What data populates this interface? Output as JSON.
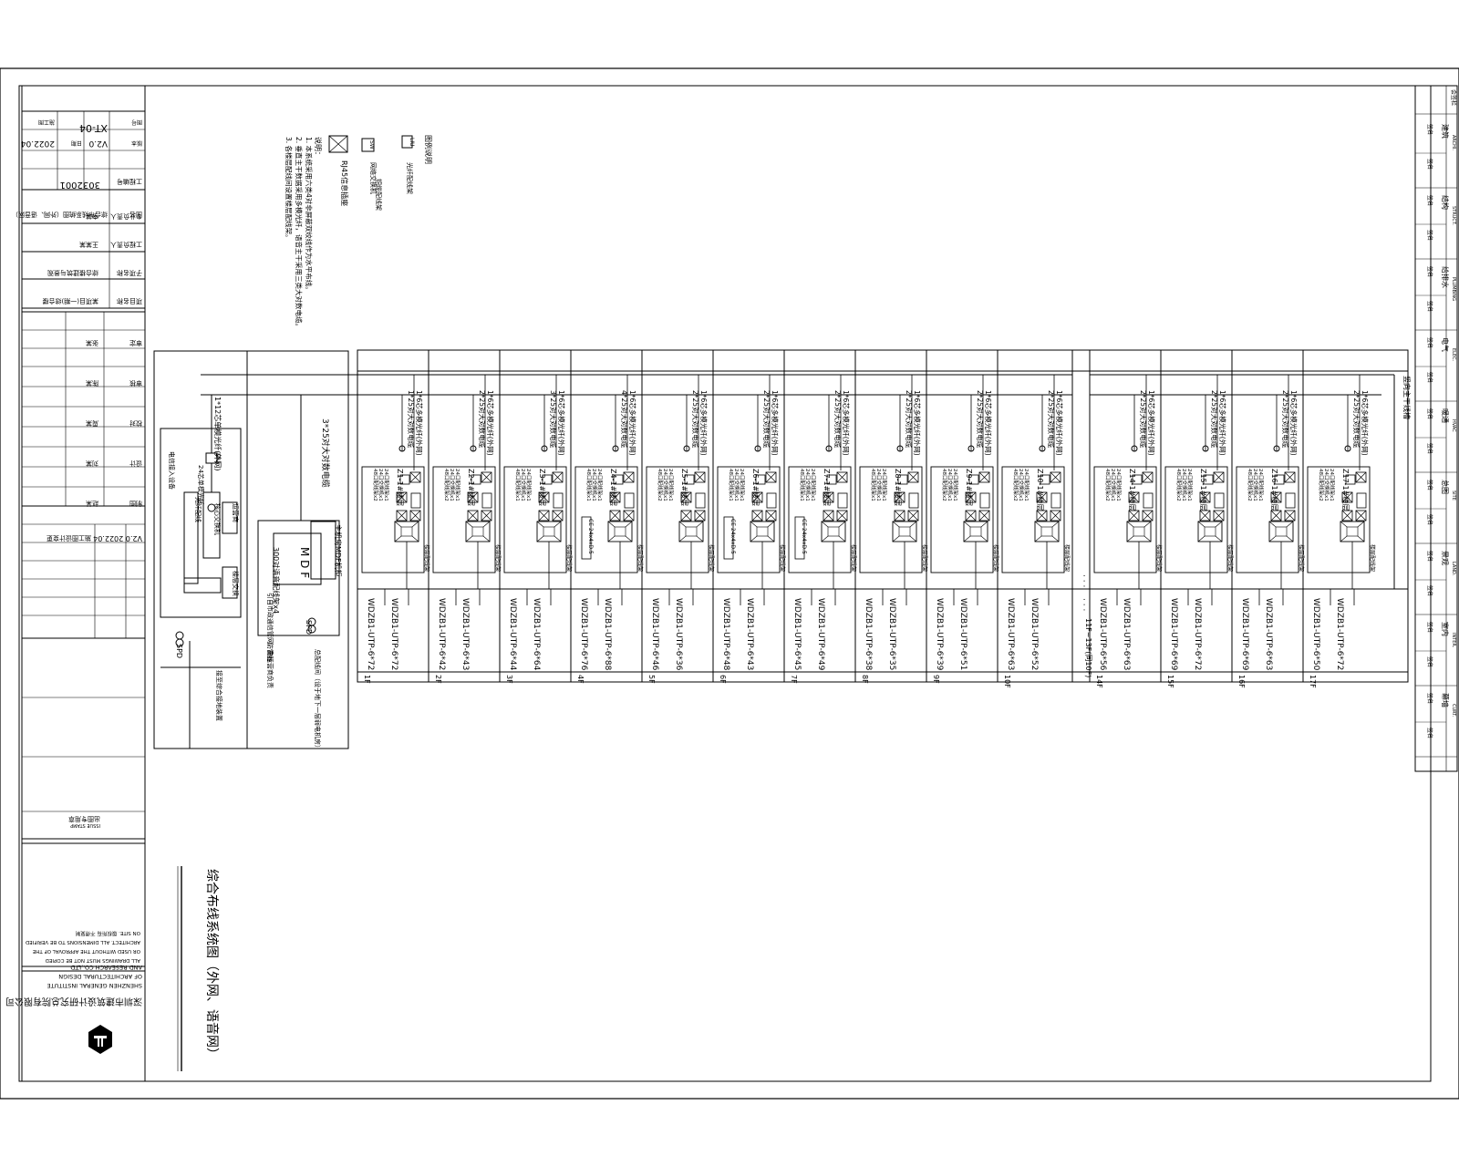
{
  "drawing_title": "综合布线系统图（外网、语音网）",
  "notes": {
    "legend_header": "图例说明",
    "legend": [
      {
        "symbol": "LIU",
        "label": "光纤配线架"
      },
      {
        "symbol": "SW",
        "label": "网络交换机"
      },
      {
        "symbol": "RJ45",
        "label": "RJ45信息插座"
      },
      {
        "symbol": "patch",
        "label": "铜缆配线架"
      }
    ],
    "header": "说明：",
    "lines": [
      "1. 本系统采用六类4对非屏蔽双绞线作为水平布线。",
      "2. 垂直主干数据采用多模光纤，语音主干采用三类大对数电缆。",
      "3. 各楼层配线间设置楼层配线架。"
    ]
  },
  "campus": {
    "incoming_fiber": "1*12芯单模光纤(外网)",
    "incoming_voice": "3*25对大对数电缆",
    "liu": "LIU",
    "fiber_cores": "24芯单模光纤",
    "building_label": "电信接入设备",
    "spd": "SPD",
    "mdf_label": "M D F",
    "mdf_rack": "主机房MDF机柜",
    "mdf_note": "300对语音配线架x4",
    "core_sw": "核心交换机",
    "isp": "运营商",
    "mdf_room": "总配线间（设于地下一层弱电机房）",
    "side_note": "引自市政通信管网，由运营商负责",
    "ground_note": "接至综合接地装置",
    "spd2": "SPD",
    "label_a": "楼层交换",
    "label_b": "光纤配线",
    "label_c": "防雷器"
  },
  "floors": [
    {
      "id": "Z1-1#楼层",
      "fiber": "1*6芯多模光纤(外网)",
      "voice": "1*25对大对数电缆",
      "info": [
        "24口配线架x1",
        "24口交换机x1",
        "48口配线架x2"
      ],
      "cab": "楼层配线架",
      "cables": [
        "WDZB1-UTP-6*72",
        "WDZB1-UTP-6*72"
      ],
      "floor": "1F",
      "extra": ""
    },
    {
      "id": "Z2-1#楼层",
      "fiber": "1*6芯多模光纤(外网)",
      "voice": "2*25对大对数电缆",
      "info": [
        "24口配线架x1",
        "24口交换机x1",
        "48口配线架x2"
      ],
      "cab": "楼层配线架",
      "cables": [
        "WDZB1-UTP-6*43",
        "WDZB1-UTP-6*42"
      ],
      "floor": "2F",
      "extra": ""
    },
    {
      "id": "Z3-1#楼层",
      "fiber": "1*6芯多模光纤(外网)",
      "voice": "3*25对大对数电缆",
      "info": [
        "24口配线架x1",
        "24口交换机x1",
        "48口配线架x1"
      ],
      "cab": "楼层配线架",
      "cables": [
        "WDZB1-UTP-6*64",
        "WDZB1-UTP-6*44"
      ],
      "floor": "3F",
      "extra": ""
    },
    {
      "id": "Z4-1#楼层",
      "fiber": "1*6芯多模光纤(外网)",
      "voice": "4*25对大对数电缆",
      "info": [
        "24口配线架x1",
        "24口交换机x1",
        "48口配线架x1"
      ],
      "cab": "楼层配线架",
      "cables": [
        "WDZB1-UTP-6*88",
        "WDZB1-UTP-6*76"
      ],
      "floor": "4F",
      "extra": "CE 24x4xD.5"
    },
    {
      "id": "Z5-1#楼层",
      "fiber": "1*6芯多模光纤(外网)",
      "voice": "2*25对大对数电缆",
      "info": [
        "24口配线架x1",
        "24口交换机x1",
        "48口配线架x2"
      ],
      "cab": "楼层配线架",
      "cables": [
        "WDZB1-UTP-6*36",
        "WDZB1-UTP-6*46"
      ],
      "floor": "5F",
      "extra": ""
    },
    {
      "id": "Z6-1#楼层",
      "fiber": "1*6芯多模光纤(外网)",
      "voice": "2*25对大对数电缆",
      "info": [
        "24口配线架x1",
        "24口交换机x1",
        "48口配线架x1"
      ],
      "cab": "楼层配线架",
      "cables": [
        "WDZB1-UTP-6*43",
        "WDZB1-UTP-6*48"
      ],
      "floor": "6F",
      "extra": "CE 24x4xD.5"
    },
    {
      "id": "Z7-1#楼层",
      "fiber": "1*6芯多模光纤(外网)",
      "voice": "2*25对大对数电缆",
      "info": [
        "24口配线架x1",
        "24口交换机x1",
        "48口配线架x1"
      ],
      "cab": "楼层配线架",
      "cables": [
        "WDZB1-UTP-6*49",
        "WDZB1-UTP-6*45"
      ],
      "floor": "7F",
      "extra": "CE 24x4xD.5"
    },
    {
      "id": "Z8-1#楼层",
      "fiber": "1*6芯多模光纤(外网)",
      "voice": "2*25对大对数电缆",
      "info": [
        "24口配线架x1",
        "24口交换机x1",
        "48口配线架x1"
      ],
      "cab": "楼层配线架",
      "cables": [
        "WDZB1-UTP-6*35",
        "WDZB1-UTP-6*38"
      ],
      "floor": "8F",
      "extra": ""
    },
    {
      "id": "Z9-1#楼层",
      "fiber": "1*6芯多模光纤(外网)",
      "voice": "2*25对大对数电缆",
      "info": [
        "24口配线架x1",
        "24口交换机x1",
        "48口配线架x2"
      ],
      "cab": "楼层配线架",
      "cables": [
        "WDZB1-UTP-6*51",
        "WDZB1-UTP-6*39"
      ],
      "floor": "9F",
      "extra": ""
    },
    {
      "id": "Z10-1#楼层",
      "fiber": "1*6芯多模光纤(外网)",
      "voice": "2*25对大对数电缆",
      "info": [
        "24口配线架x1",
        "24口交换机x1",
        "48口配线架x2"
      ],
      "cab": "楼层配线架",
      "cables": [
        "WDZB1-UTP-6*52",
        "WDZB1-UTP-6*63"
      ],
      "floor": "10F",
      "extra": ""
    },
    {
      "id": "Z14-1#楼层",
      "fiber": "1*6芯多模光纤(外网)",
      "voice": "2*25对大对数电缆",
      "info": [
        "24口配线架x1",
        "24口交换机x1",
        "48口配线架x2"
      ],
      "cab": "楼层配线架",
      "cables": [
        "WDZB1-UTP-6*63",
        "WDZB1-UTP-6*56"
      ],
      "floor": "14F",
      "extra": ""
    },
    {
      "id": "Z15-1#楼层",
      "fiber": "1*6芯多模光纤(外网)",
      "voice": "2*25对大对数电缆",
      "info": [
        "24口配线架x1",
        "24口交换机x1",
        "48口配线架x2"
      ],
      "cab": "楼层配线架",
      "cables": [
        "WDZB1-UTP-6*72",
        "WDZB1-UTP-6*69"
      ],
      "floor": "15F",
      "extra": ""
    },
    {
      "id": "Z16-1#楼层",
      "fiber": "1*6芯多模光纤(外网)",
      "voice": "2*25对大对数电缆",
      "info": [
        "24口配线架x1",
        "24口交换机x1",
        "48口配线架x2"
      ],
      "cab": "楼层配线架",
      "cables": [
        "WDZB1-UTP-6*63",
        "WDZB1-UTP-6*69"
      ],
      "floor": "16F",
      "extra": ""
    },
    {
      "id": "Z17-1#楼层",
      "fiber": "1*6芯多模光纤(外网)",
      "voice": "2*25对大对数电缆",
      "info": [
        "24口配线架x1",
        "24口交换机x1",
        "48口配线架x2"
      ],
      "cab": "楼层配线架",
      "cables": [
        "WDZB1-UTP-6*72",
        "WDZB1-UTP-6*50"
      ],
      "floor": "17F",
      "extra": ""
    }
  ],
  "gap": {
    "label": "11F~13F(同10F)",
    "dots": "· · ·"
  },
  "riser_label": "竖向主干线槽",
  "title_block": {
    "company_cn": "深圳市建筑设计研究总院有限公司",
    "company_en": [
      "SHENZHEN GENERAL INSTITUTE",
      "OF ARCHITECTURAL DESIGN",
      "AND RESEARCH CO.,LTD"
    ],
    "copyright": [
      "ALL DRAWINGS MUST NOT BE COPIED",
      "OR USED WITHOUT THE APPROVAL OF THE",
      "ARCHITECT. ALL DIMENSIONS TO BE VERIFIED",
      "ON SITE. 版权所有 不得复制"
    ],
    "stamp": "出图专用章",
    "stamp_en": "ISSUE STAMP",
    "rows": [
      {
        "k": "项目名称",
        "v": "某项目(一期)综合楼"
      },
      {
        "k": "子项名称",
        "v": "综合楼建筑与景观"
      },
      {
        "k": "工程负责人",
        "v": "王某某"
      },
      {
        "k": "专业负责人",
        "v": "李某"
      }
    ],
    "drawing_name_k": "图名",
    "drawing_name_v": "综合布线系统图（外网、语音网）",
    "job_no_k": "工程编号",
    "job_no_v": "3032001",
    "version_k": "版本",
    "version_v": "V2.0",
    "date_k": "日期",
    "date_v": "2022.04",
    "sheet_k": "图号",
    "sheet_v": "XT-04",
    "status_v": "施工图",
    "rev_row": {
      "ver": "V2.0",
      "date": "2022.04",
      "desc": "施工图设计变更"
    },
    "signers": [
      {
        "k": "审定",
        "v": "张某"
      },
      {
        "k": "审核",
        "v": "陈某"
      },
      {
        "k": "校对",
        "v": "周某"
      },
      {
        "k": "设计",
        "v": "刘某"
      },
      {
        "k": "制图",
        "v": "赵某"
      }
    ]
  },
  "sign_strip": [
    {
      "role": "建筑",
      "en": "ARCHI."
    },
    {
      "role": "结构",
      "en": "STRUCT."
    },
    {
      "role": "给排水",
      "en": "PLUMBING"
    },
    {
      "role": "电气",
      "en": "ELEC."
    },
    {
      "role": "暖通",
      "en": "HVAC"
    },
    {
      "role": "总图",
      "en": "SITE"
    },
    {
      "role": "景观",
      "en": "LAND."
    },
    {
      "role": "室内",
      "en": "INTER."
    },
    {
      "role": "幕墙",
      "en": "CURT."
    }
  ],
  "sign_word": "签名",
  "sign_stamp": "会签栏"
}
